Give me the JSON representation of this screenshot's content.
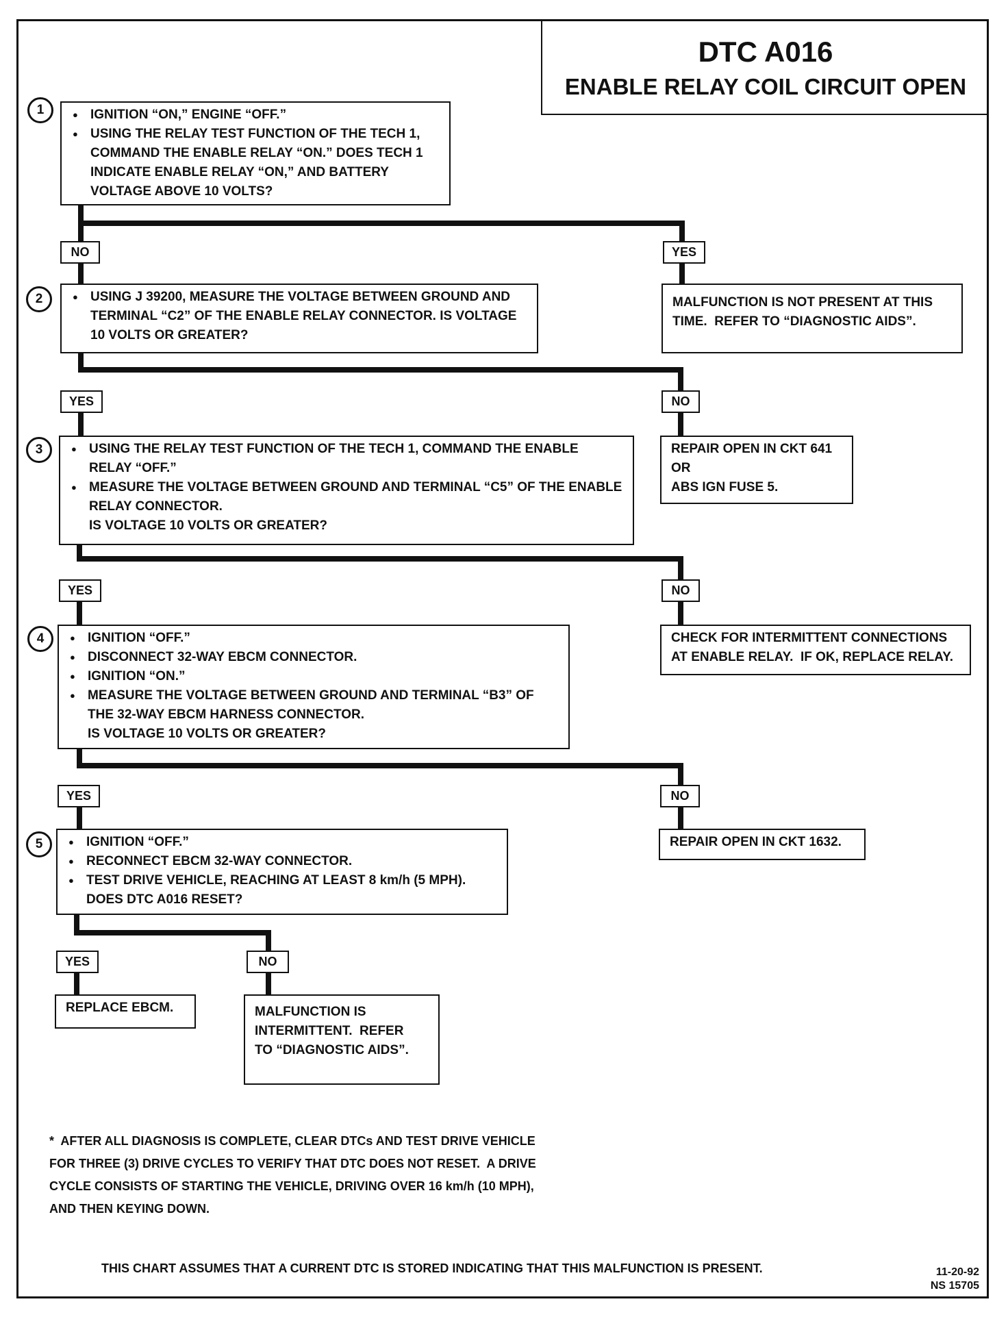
{
  "title": {
    "code": "DTC A016",
    "name": "ENABLE RELAY COIL CIRCUIT OPEN"
  },
  "steps": [
    {
      "num": "1",
      "bullets": [
        "IGNITION “ON,” ENGINE “OFF.”",
        "USING THE RELAY TEST FUNCTION OF THE TECH 1, COMMAND THE ENABLE RELAY “ON.” DOES TECH 1  INDICATE ENABLE RELAY “ON,” AND BATTERY VOLTAGE ABOVE 10 VOLTS?"
      ]
    },
    {
      "num": "2",
      "bullets": [
        "USING J 39200, MEASURE THE VOLTAGE BETWEEN GROUND AND TERMINAL “C2” OF THE ENABLE RELAY CONNECTOR. IS VOLTAGE 10 VOLTS OR GREATER?"
      ]
    },
    {
      "num": "3",
      "bullets": [
        "USING THE RELAY TEST FUNCTION OF THE TECH 1, COMMAND THE ENABLE RELAY “OFF.”",
        "MEASURE THE VOLTAGE BETWEEN GROUND AND TERMINAL “C5” OF THE ENABLE RELAY CONNECTOR."
      ],
      "question": "IS VOLTAGE 10 VOLTS OR GREATER?"
    },
    {
      "num": "4",
      "bullets": [
        "IGNITION “OFF.”",
        "DISCONNECT 32-WAY EBCM CONNECTOR.",
        "IGNITION “ON.”",
        "MEASURE THE VOLTAGE BETWEEN GROUND AND TERMINAL “B3” OF THE 32-WAY EBCM HARNESS CONNECTOR."
      ],
      "question": "IS VOLTAGE 10 VOLTS OR GREATER?"
    },
    {
      "num": "5",
      "bullets": [
        "IGNITION “OFF.”",
        "RECONNECT EBCM 32-WAY CONNECTOR.",
        "TEST DRIVE VEHICLE, REACHING AT LEAST 8 km/h (5 MPH)."
      ],
      "question": "DOES DTC A016 RESET?"
    }
  ],
  "labels": {
    "s1_no": "NO",
    "s1_yes": "YES",
    "s2_yes": "YES",
    "s2_no": "NO",
    "s3_yes": "YES",
    "s3_no": "NO",
    "s4_yes": "YES",
    "s4_no": "NO",
    "s5_yes": "YES",
    "s5_no": "NO"
  },
  "results": {
    "r1": [
      "MALFUNCTION IS NOT PRESENT AT THIS",
      "TIME.  REFER TO “DIAGNOSTIC AIDS”."
    ],
    "r2": [
      "REPAIR OPEN IN CKT 641",
      "OR",
      "ABS IGN FUSE 5."
    ],
    "r3": [
      "CHECK FOR INTERMITTENT CONNECTIONS",
      "AT ENABLE RELAY.  IF OK, REPLACE RELAY."
    ],
    "r4": [
      "REPAIR OPEN IN CKT 1632."
    ],
    "r5": [
      "REPLACE EBCM."
    ],
    "r6": [
      "MALFUNCTION IS",
      "INTERMITTENT.  REFER",
      "TO “DIAGNOSTIC AIDS”."
    ]
  },
  "note": [
    "*  AFTER ALL DIAGNOSIS IS COMPLETE, CLEAR DTCs AND TEST DRIVE VEHICLE",
    "FOR THREE (3) DRIVE CYCLES TO VERIFY THAT DTC DOES NOT RESET.  A DRIVE",
    "CYCLE CONSISTS OF STARTING THE VEHICLE, DRIVING OVER 16 km/h (10 MPH),",
    "AND THEN KEYING DOWN."
  ],
  "footer": {
    "assumption": "THIS CHART ASSUMES THAT A CURRENT DTC IS STORED INDICATING THAT THIS MALFUNCTION IS PRESENT.",
    "date": "11-20-92",
    "ref": "NS 15705"
  }
}
